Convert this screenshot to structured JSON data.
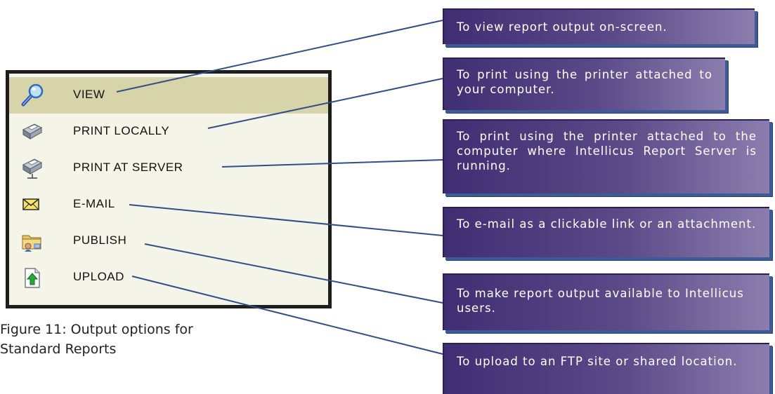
{
  "menu": {
    "items": [
      {
        "label": "VIEW",
        "icon": "magnifier-icon"
      },
      {
        "label": "PRINT LOCALLY",
        "icon": "local-printer-icon"
      },
      {
        "label": "PRINT AT SERVER",
        "icon": "server-printer-icon"
      },
      {
        "label": "E-MAIL",
        "icon": "envelope-icon"
      },
      {
        "label": "PUBLISH",
        "icon": "publish-folder-icon"
      },
      {
        "label": "UPLOAD",
        "icon": "upload-icon"
      }
    ],
    "selected": "VIEW"
  },
  "caption": "Figure 11: Output options for Standard Reports",
  "callouts": [
    "To view report output on-screen.",
    "To print using the printer attached to your computer.",
    "To print using the printer attached to the computer where Intellicus Report Server is running.",
    "To e-mail as a clickable link or an attachment.",
    "To make report output available to Intellicus users.",
    "To upload to an FTP site or shared location."
  ],
  "colors": {
    "callout_dark": "#3f2e72",
    "callout_light": "#8b7eae",
    "callout_shadow": "#3d5b95",
    "menu_background": "#f5f4e8",
    "menu_selected": "#d6d4a8",
    "connector": "#2f4f86"
  }
}
